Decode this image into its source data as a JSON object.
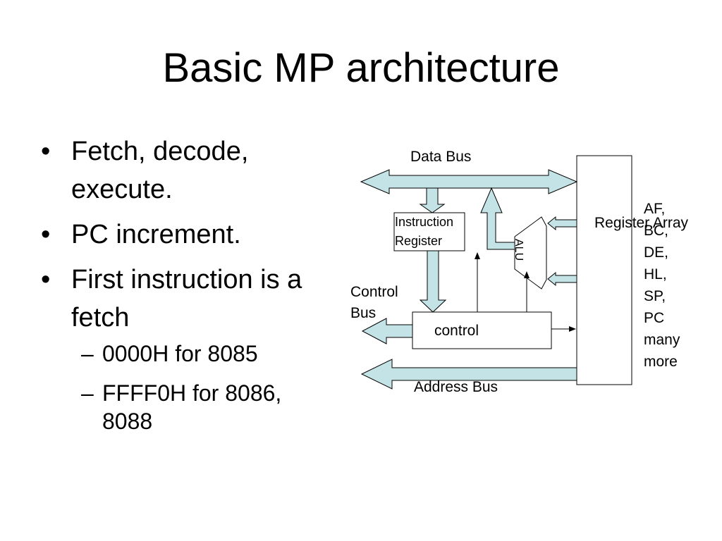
{
  "slide": {
    "title": "Basic MP architecture",
    "bullets": [
      {
        "text": "Fetch, decode, execute."
      },
      {
        "text": "PC increment."
      },
      {
        "text": "First instruction is a fetch",
        "sub": [
          "0000H for 8085",
          "FFFF0H for 8086, 8088"
        ]
      }
    ],
    "bullet_char": "•",
    "sub_char": "–"
  },
  "diagram": {
    "data_bus": "Data Bus",
    "address_bus": "Address Bus",
    "control_bus": "Control Bus",
    "instruction_register": "Instruction Register",
    "alu": "ALU",
    "control": "control",
    "register_array": "Register Array",
    "registers": [
      "AF,",
      "BC,",
      "DE,",
      "HL,",
      "SP,",
      "PC",
      "many",
      "more"
    ],
    "colors": {
      "bus_fill": "#c4e3e6",
      "stroke": "#000000"
    }
  }
}
